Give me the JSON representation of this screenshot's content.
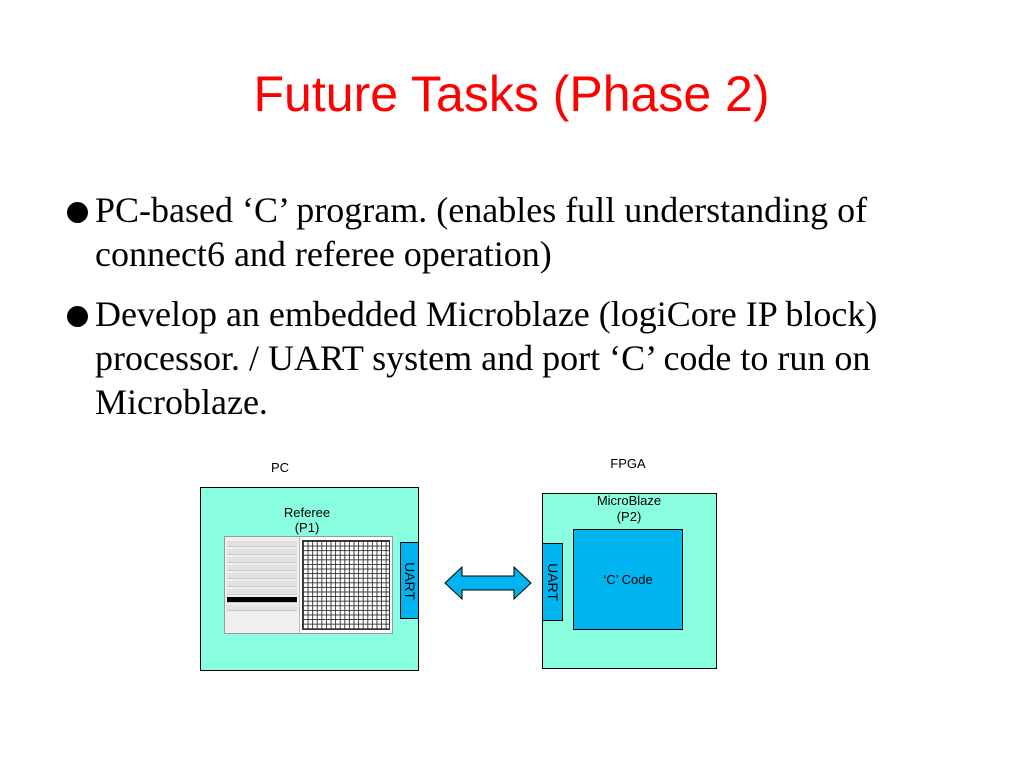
{
  "slide": {
    "title": "Future Tasks (Phase 2)",
    "bullets": [
      "PC-based ‘C’ program. (enables full understanding of connect6 and referee operation)",
      "Develop an embedded Microblaze (logiCore IP block) processor. / UART system and port ‘C’ code to run on Microblaze."
    ]
  },
  "diagram": {
    "pc_label": "PC",
    "fpga_label": "FPGA",
    "referee_label": "Referee",
    "referee_sub": "(P1)",
    "pc_uart_label": "UART",
    "fpga_uart_label": "UART",
    "microblaze_label": "MicroBlaze",
    "microblaze_sub": "(P2)",
    "ccode_label": "‘C’ Code",
    "colors": {
      "title": "#ff0000",
      "container_fill": "#8affdf",
      "uart_fill": "#00b4f0",
      "arrow_fill": "#00b4f0"
    }
  }
}
